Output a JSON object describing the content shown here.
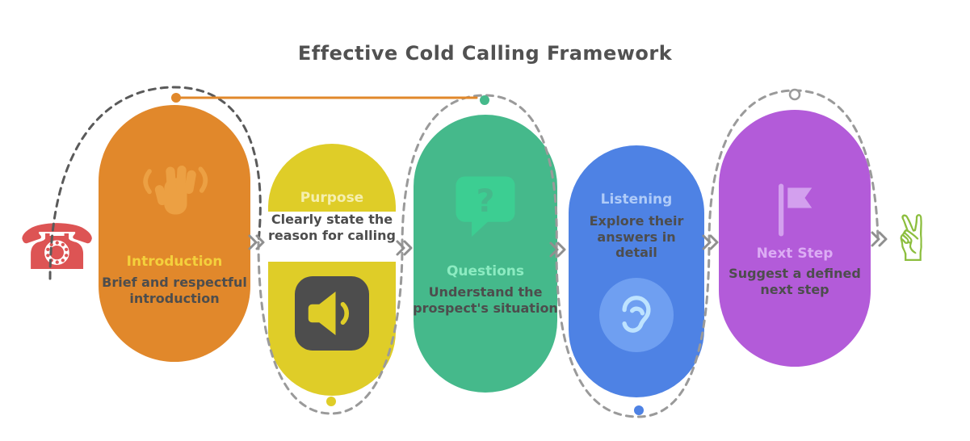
{
  "title": "Effective Cold Calling Framework",
  "colors": {
    "title_text": "#515151",
    "subtitle_text": "#4d4d4d",
    "connector_gray": "#9a9a9a",
    "connector_dark": "#5a5a5a",
    "orange_line": "#e1882b"
  },
  "start_icon": {
    "name": "phone-call-icon",
    "glyph": "☎",
    "color": "#dd5454"
  },
  "end_icon": {
    "name": "victory-hand-icon",
    "glyph": "✌",
    "color": "#8cbe3e"
  },
  "stages": [
    {
      "title": "Introduction",
      "subtitle": "Brief and respectful introduction",
      "color": "#e1882b",
      "title_color": "#f4d03c",
      "icon_color": "#eca043",
      "icon": "waving-hand-icon",
      "icon_position": "top"
    },
    {
      "title": "Purpose",
      "subtitle": "Clearly state the reason for calling",
      "color": "#dfcd28",
      "title_color": "#f5efaf",
      "icon_color": "#dfcd28",
      "icon": "megaphone-icon",
      "icon_position": "bottom"
    },
    {
      "title": "Questions",
      "subtitle": "Understand the prospect's situation",
      "color": "#45b98b",
      "title_color": "#8cebc1",
      "icon_color": "#3cce92",
      "icon": "question-bubble-icon",
      "icon_position": "top"
    },
    {
      "title": "Listening",
      "subtitle": "Explore their answers in detail",
      "color": "#4e82e4",
      "title_color": "#afcbf8",
      "icon_color": "#bee3ff",
      "icon": "ear-icon",
      "icon_position": "bottom"
    },
    {
      "title": "Next Step",
      "subtitle": "Suggest a defined next step",
      "color": "#b35bd9",
      "title_color": "#dcacf4",
      "icon_color": "#d3a0ee",
      "icon": "flag-icon",
      "icon_position": "top"
    }
  ]
}
